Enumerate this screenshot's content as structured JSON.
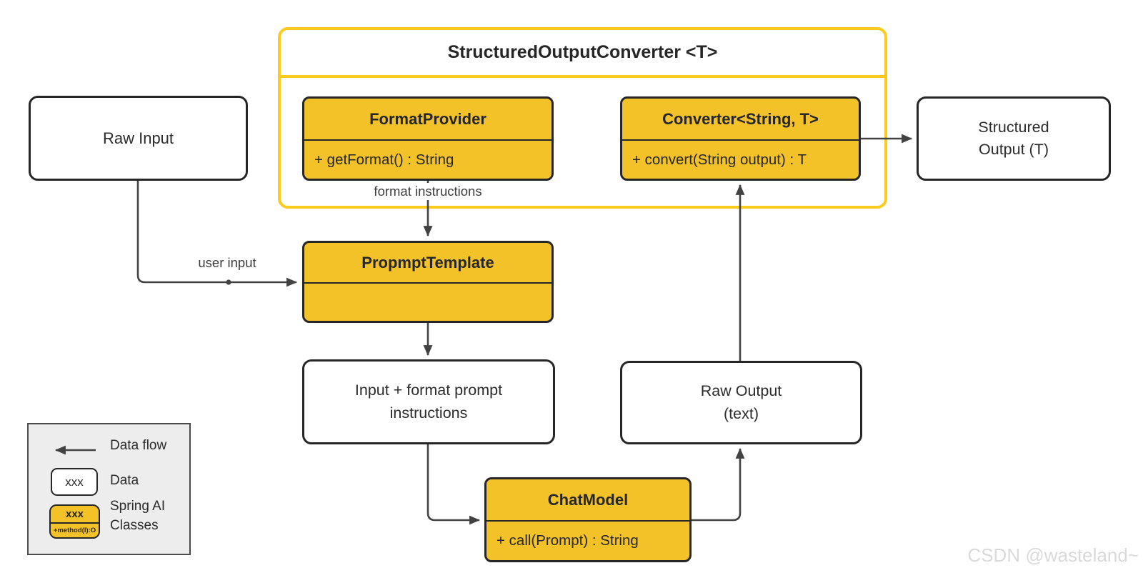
{
  "colors": {
    "spring_class_yellow": "#F3C229",
    "container_border_yellow": "#FBCB1E",
    "box_border_dark": "#262626",
    "edge_line": "#424242",
    "legend_background": "#EDEDED",
    "watermark_gray": "#DADADA"
  },
  "container": {
    "title": "StructuredOutputConverter <T>"
  },
  "nodes": {
    "raw_input": {
      "label": "Raw Input"
    },
    "format_provider": {
      "name": "FormatProvider",
      "method": "+ getFormat() : String"
    },
    "converter": {
      "name": "Converter<String, T>",
      "method": "+ convert(String output) : T"
    },
    "structured_output": {
      "line1": "Structured",
      "line2": "Output (T)"
    },
    "prompt_template": {
      "name": "PropmptTemplate"
    },
    "input_format_prompt": {
      "line1": "Input + format prompt",
      "line2": "instructions"
    },
    "chat_model": {
      "name": "ChatModel",
      "method": "+ call(Prompt) : String"
    },
    "raw_output": {
      "line1": "Raw Output",
      "line2": "(text)"
    }
  },
  "edge_labels": {
    "format_instructions": "format instructions",
    "user_input": "user input"
  },
  "legend": {
    "data_flow_label": "Data flow",
    "data_label": "Data",
    "data_sample": "xxx",
    "spring_sample": "xxx",
    "spring_method": "+method(I):O",
    "spring_label_line1": "Spring AI",
    "spring_label_line2": "Classes"
  },
  "watermark": "CSDN @wasteland~"
}
